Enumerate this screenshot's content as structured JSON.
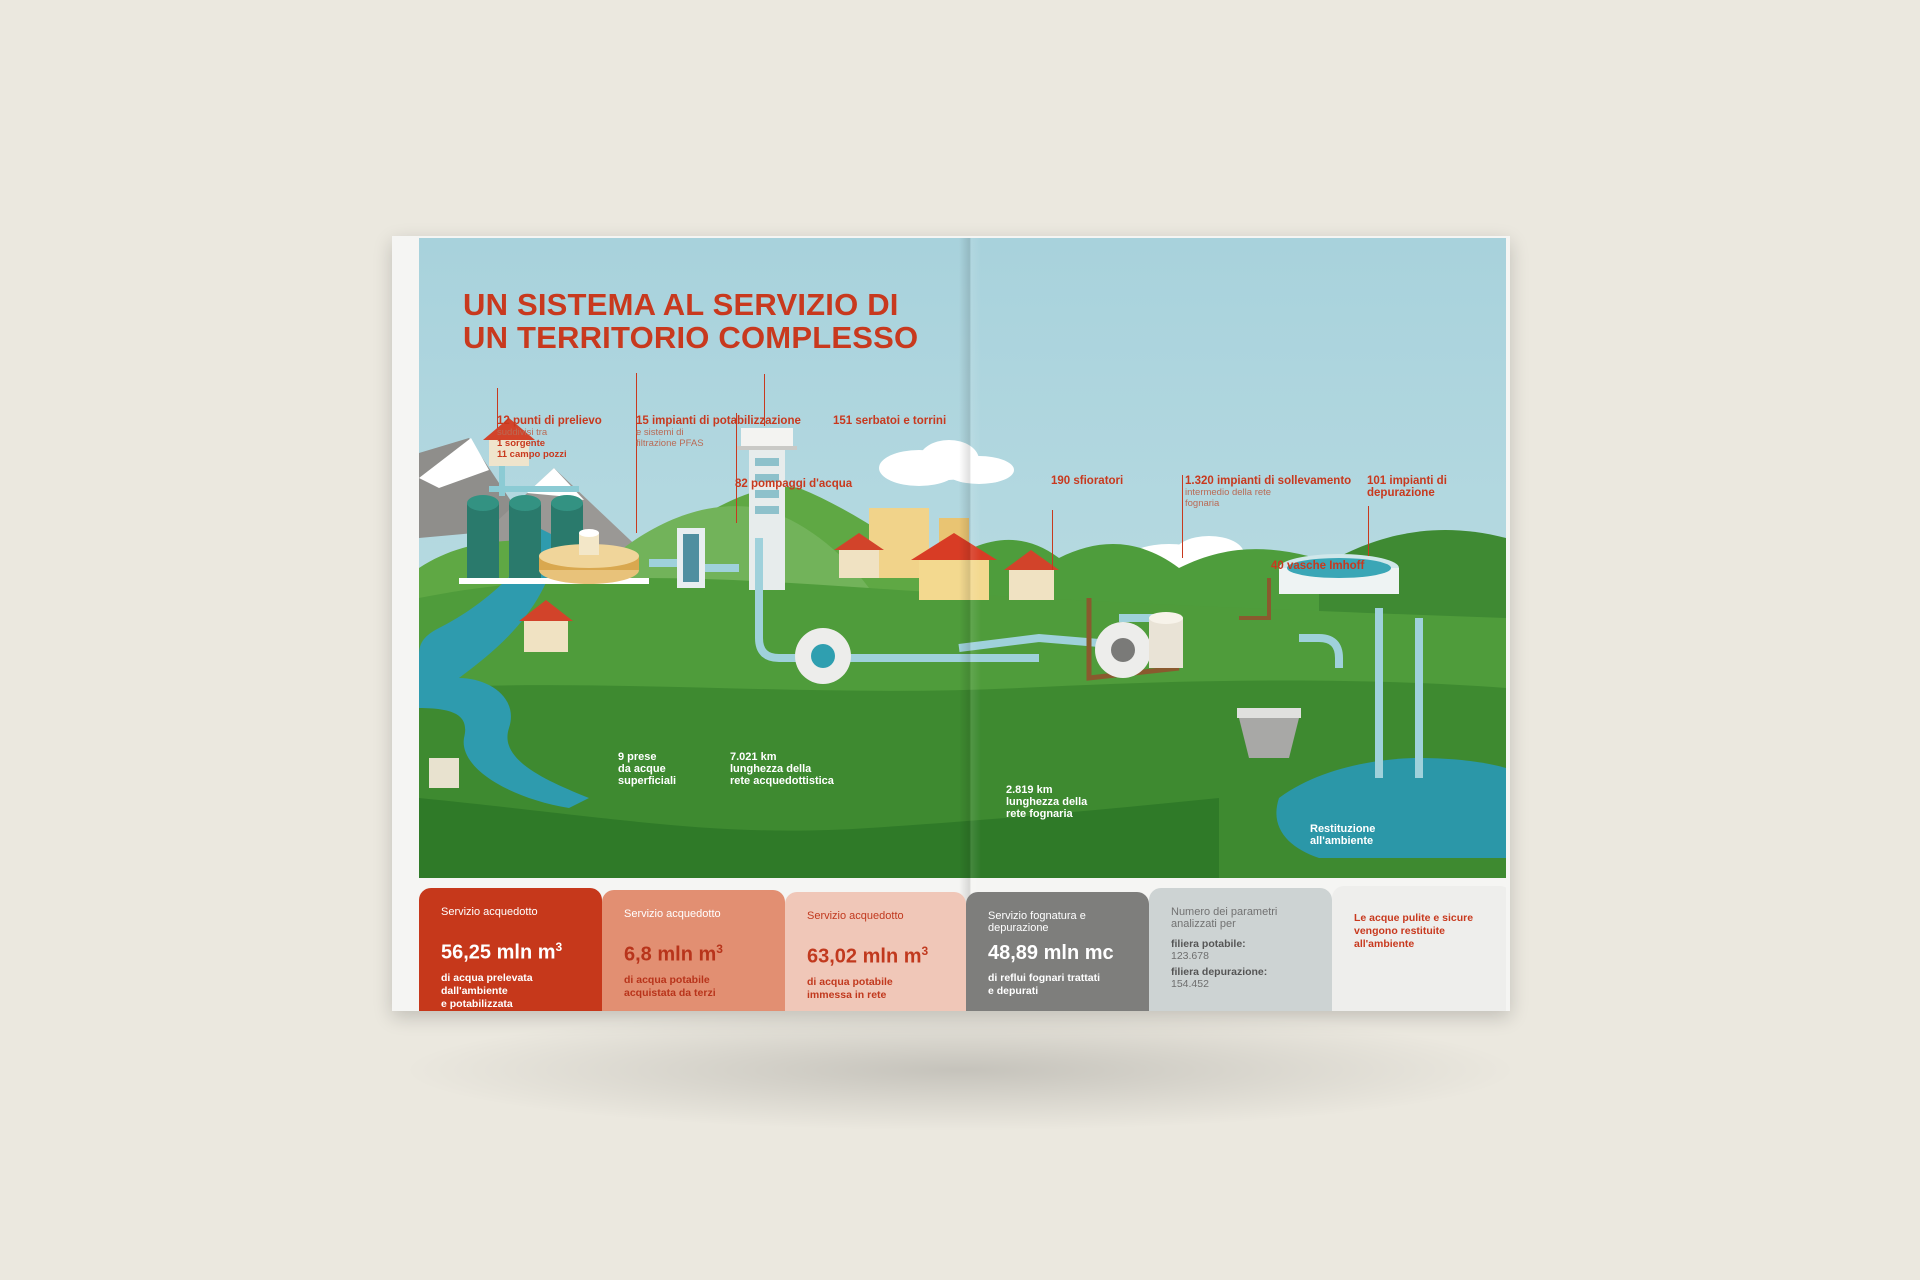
{
  "title": {
    "line1": "UN SISTEMA AL SERVIZIO DI",
    "line2": "UN TERRITORIO COMPLESSO"
  },
  "labels": {
    "prelievo": {
      "main": "12 punti di prelievo",
      "sub": "suddivisi tra",
      "s1": "1 sorgente",
      "s2": "11 campo pozzi"
    },
    "potabilizzazione": {
      "l1": "15 impianti di",
      "l2": "potabilizzazione",
      "s1": "e sistemi di",
      "s2": "filtrazione PFAS"
    },
    "pompaggi": {
      "l1": "82 pompaggi",
      "l2": "d'acqua"
    },
    "serbatoi": {
      "l1": "151 serbatoi",
      "l2": "e torrini"
    },
    "sfioratori": {
      "l1": "190",
      "l2": "sfioratori"
    },
    "sollevamento": {
      "l1": "1.320 impianti",
      "l2": "di sollevamento",
      "s1": "intermedio della rete",
      "s2": "fognaria"
    },
    "depurazione": {
      "l1": "101 impianti",
      "l2": "di depurazione"
    },
    "imhoff": {
      "l1": "40 vasche",
      "l2": "Imhoff"
    },
    "prese": {
      "l1": "9 prese",
      "l2": "da acque",
      "l3": "superficiali"
    },
    "acquedottistica": {
      "l1": "7.021 km",
      "l2": "lunghezza della",
      "l3": "rete acquedottistica"
    },
    "fognaria": {
      "l1": "2.819 km",
      "l2": "lunghezza della",
      "l3": "rete fognaria"
    },
    "restituzione": {
      "l1": "Restituzione",
      "l2": "all'ambiente"
    }
  },
  "cards": [
    {
      "heading": "Servizio acquedotto",
      "value": "56,25 mln m",
      "sup": "3",
      "d1": "di acqua prelevata",
      "d2": "dall'ambiente",
      "d3": "e potabilizzata"
    },
    {
      "heading": "Servizio acquedotto",
      "value": "6,8 mln m",
      "sup": "3",
      "d1": "di acqua potabile",
      "d2": "acquistata da terzi"
    },
    {
      "heading": "Servizio acquedotto",
      "value": "63,02 mln m",
      "sup": "3",
      "d1": "di acqua potabile",
      "d2": "immessa in rete"
    },
    {
      "heading1": "Servizio fognatura e",
      "heading2": "depurazione",
      "value": "48,89 mln mc",
      "d1": "di reflui fognari trattati",
      "d2": "e depurati"
    },
    {
      "heading1": "Numero dei parametri",
      "heading2": "analizzati per",
      "k1": "filiera potabile:",
      "v1": "123.678",
      "k2": "filiera depurazione:",
      "v2": "154.452"
    },
    {
      "t1": "Le acque pulite e sicure",
      "t2": "vengono restituite",
      "t3": "all'ambiente"
    }
  ],
  "colors": {
    "accent": "#c8391e",
    "sky": "#a9d3dc",
    "grass": "#4c9a38",
    "water": "#2f9fb0"
  }
}
